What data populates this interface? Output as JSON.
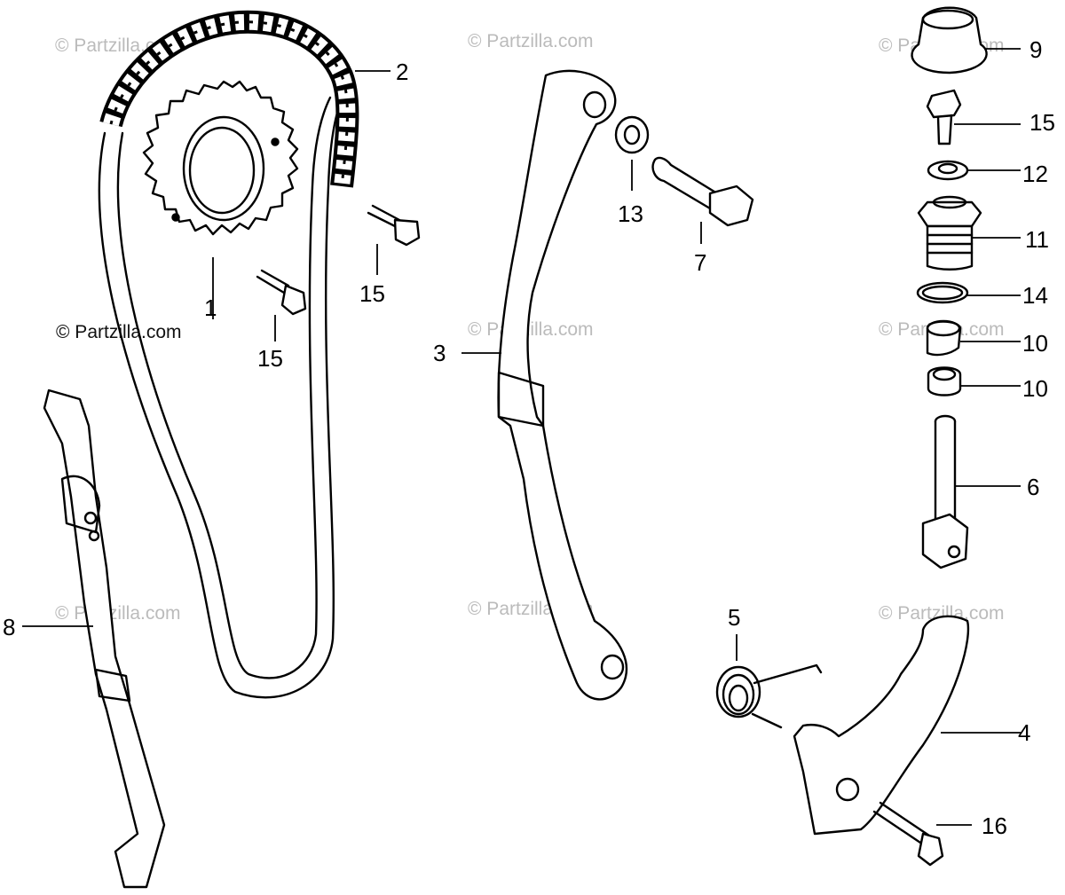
{
  "watermark": "© Partzilla.com",
  "callouts": {
    "p1": "1",
    "p2": "2",
    "p3": "3",
    "p4": "4",
    "p5": "5",
    "p6": "6",
    "p7": "7",
    "p8": "8",
    "p9": "9",
    "p10a": "10",
    "p10b": "10",
    "p11": "11",
    "p12": "12",
    "p13": "13",
    "p14": "14",
    "p15a": "15",
    "p15b": "15",
    "p15c": "15",
    "p16": "16"
  }
}
